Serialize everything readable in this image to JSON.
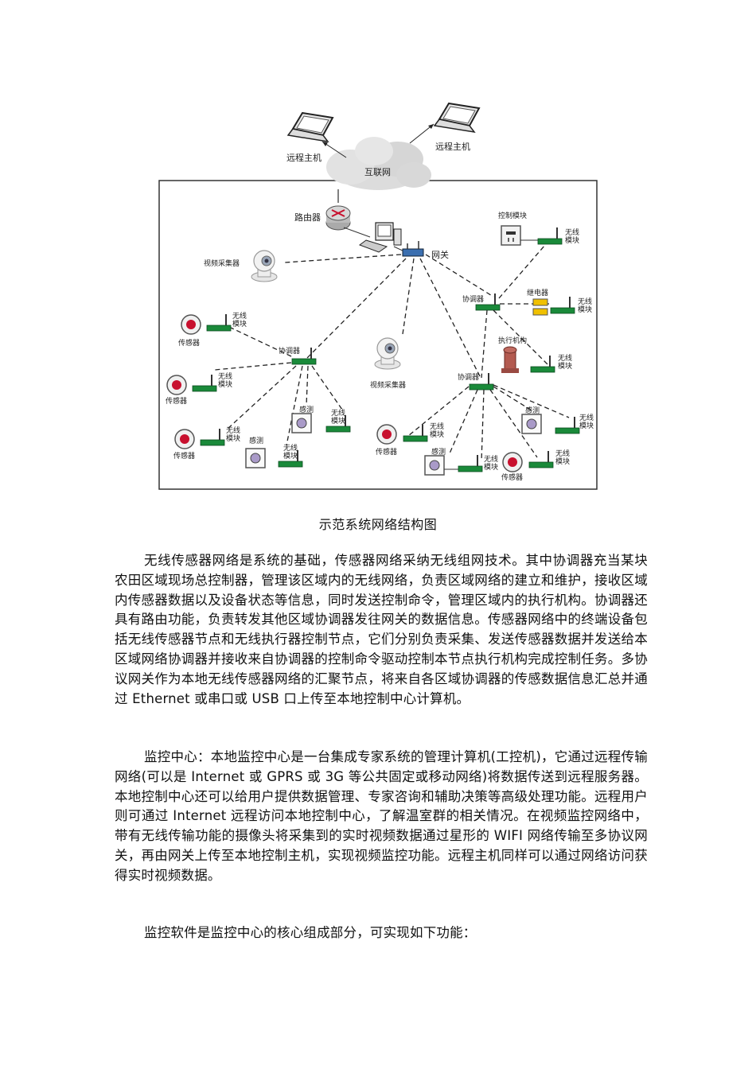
{
  "figure": {
    "labels": {
      "remote_host_left": "远程主机",
      "remote_host_right": "远程主机",
      "internet": "互联网",
      "router": "路由器",
      "gateway": "网关",
      "video_capture_top": "视频采集器",
      "video_capture_mid": "视频采集器",
      "control_module": "控制模块",
      "wireless_module": "无线\n模块",
      "coordinator": "协调器",
      "relay": "继电器",
      "actuator": "执行机构",
      "sensor": "传感器",
      "sensing": "感测"
    }
  },
  "caption": "示范系统网络结构图",
  "paragraphs": [
    "无线传感器网络是系统的基础，传感器网络采纳无线组网技术。其中协调器充当某块农田区域现场总控制器，管理该区域内的无线网络，负责区域网络的建立和维护，接收区域内传感器数据以及设备状态等信息，同时发送控制命令，管理区域内的执行机构。协调器还具有路由功能，负责转发其他区域协调器发往网关的数据信息。传感器网络中的终端设备包括无线传感器节点和无线执行器控制节点，它们分别负责采集、发送传感器数据并发送给本区域网络协调器并接收来自协调器的控制命令驱动控制本节点执行机构完成控制任务。多协议网关作为本地无线传感器网络的汇聚节点，将来自各区域协调器的传感数据信息汇总并通过 Ethernet 或串口或 USB 口上传至本地控制中心计算机。",
    "监控中心：本地监控中心是一台集成专家系统的管理计算机(工控机)，它通过远程传输网络(可以是 Internet 或 GPRS 或 3G 等公共固定或移动网络)将数据传送到远程服务器。本地控制中心还可以给用户提供数据管理、专家咨询和辅助决策等高级处理功能。远程用户则可通过 Internet 远程访问本地控制中心，了解温室群的相关情况。在视频监控网络中，带有无线传输功能的摄像头将采集到的实时视频数据通过星形的 WIFI 网络传输至多协议网关，再由网关上传至本地控制主机，实现视频监控功能。远程主机同样可以通过网络访问获得实时视频数据。",
    "监控软件是监控中心的核心组成部分，可实现如下功能："
  ]
}
